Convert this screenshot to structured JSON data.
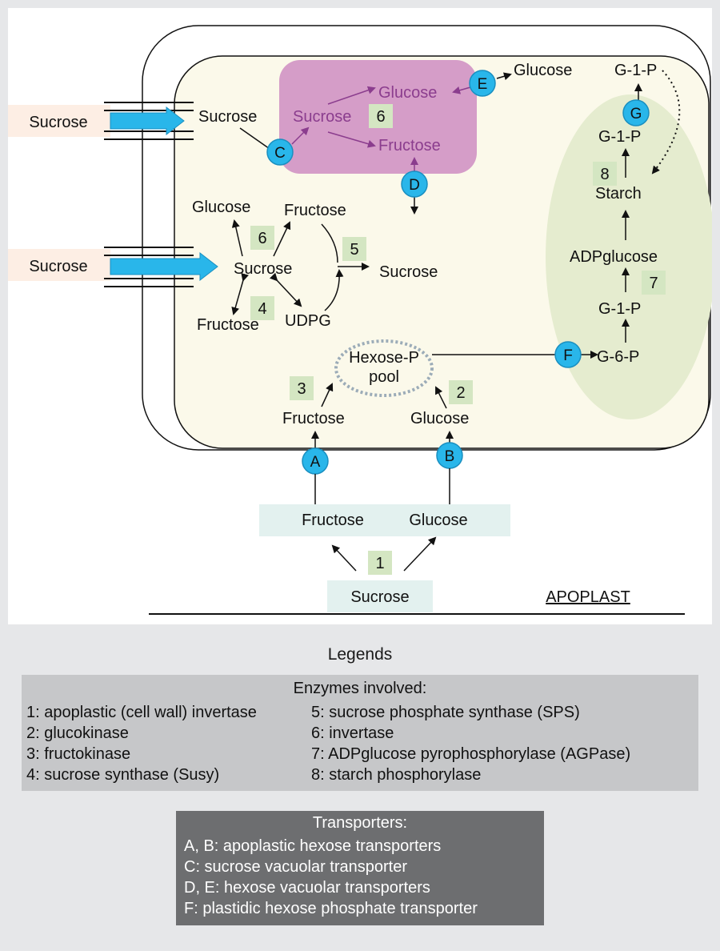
{
  "diagram": {
    "apoplast_label": "APOPLAST",
    "sucrose_inputs": [
      "Sucrose",
      "Sucrose"
    ],
    "vacuole": {
      "sucrose": "Sucrose",
      "glucose": "Glucose",
      "fructose": "Fructose",
      "enzyme": "6"
    },
    "cytosol": {
      "sucrose_left": "Sucrose",
      "glucose_out": "Glucose",
      "sucrose_mid": "Sucrose",
      "glucose": "Glucose",
      "fructose_top": "Fructose",
      "sucrose_right": "Sucrose",
      "fructose_bottom": "Fructose",
      "udpg": "UDPG",
      "hexose_pool_1": "Hexose-P",
      "hexose_pool_2": "pool",
      "fructose_low": "Fructose",
      "glucose_low": "Glucose"
    },
    "plastid": {
      "g1p_top": "G-1-P",
      "g1p_upper": "G-1-P",
      "starch": "Starch",
      "adpglucose": "ADPglucose",
      "g1p_lower": "G-1-P",
      "g6p": "G-6-P"
    },
    "apoplast": {
      "fructose": "Fructose",
      "glucose": "Glucose",
      "sucrose": "Sucrose"
    },
    "enzyme_numbers": [
      "1",
      "2",
      "3",
      "4",
      "5",
      "6",
      "7",
      "8"
    ],
    "transporter_letters": [
      "A",
      "B",
      "C",
      "D",
      "E",
      "F",
      "G"
    ]
  },
  "legends": {
    "title": "Legends",
    "enzymes_title": "Enzymes involved:",
    "enzymes_left": [
      "1: apoplastic (cell wall) invertase",
      "2: glucokinase",
      "3: fructokinase",
      "4: sucrose synthase (Susy)"
    ],
    "enzymes_right": [
      "5: sucrose phosphate synthase (SPS)",
      "6: invertase",
      "7: ADPglucose pyrophosphorylase (AGPase)",
      "8: starch phosphorylase"
    ],
    "transporters_title": "Transporters:",
    "transporters": [
      "A, B: apoplastic hexose transporters",
      "C: sucrose vacuolar transporter",
      "D, E: hexose vacuolar transporters",
      "F: plastidic hexose phosphate transporter"
    ]
  },
  "colors": {
    "cytosol": "#fbf9ea",
    "vacuole": "#d59dc8",
    "plastid": "#e5eccf",
    "enzyme_box": "#d4e6c2",
    "transporter_circle": "#29b6ea",
    "apoplast_box": "#e3f1ef",
    "sucrose_input": "#fdeee4",
    "vacuole_text": "#8b3d8e"
  }
}
